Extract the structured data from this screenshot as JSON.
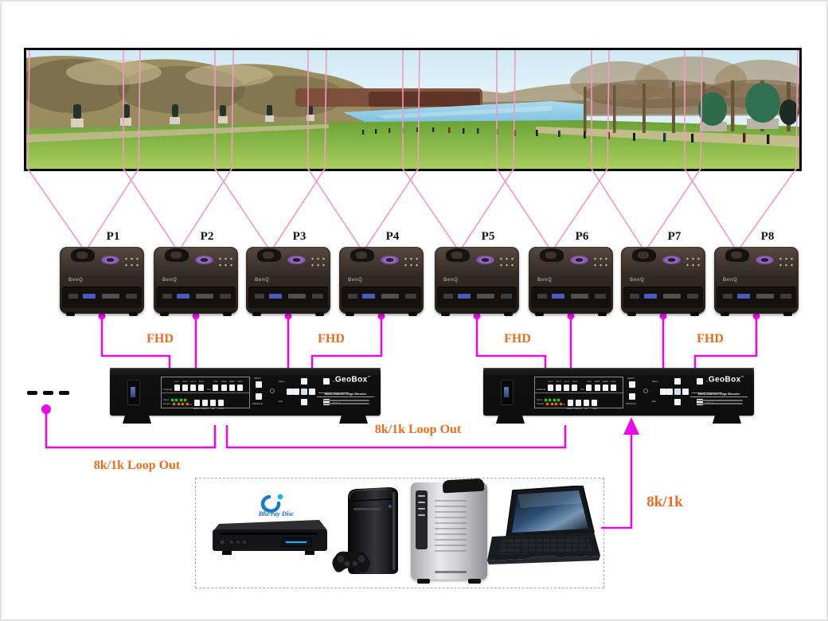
{
  "projectors": [
    {
      "label": "P1"
    },
    {
      "label": "P2"
    },
    {
      "label": "P3"
    },
    {
      "label": "P4"
    },
    {
      "label": "P5"
    },
    {
      "label": "P6"
    },
    {
      "label": "P7"
    },
    {
      "label": "P8"
    }
  ],
  "projector_brand": "BenQ",
  "connections": {
    "fhd_labels": [
      "FHD",
      "FHD",
      "FHD",
      "FHD"
    ],
    "loop_out_labels": [
      "8k/1k Loop Out",
      "8k/1k Loop Out"
    ],
    "source_label": "8k/1k"
  },
  "geobox": {
    "brand": "GeoBox",
    "subtitle": "Multi-channel Edge Blender",
    "panel": {
      "channel_label": "Channel",
      "out_label": "Out",
      "channel_buttons": [
        "CH-1",
        "CH-2",
        "CH-3",
        "CH-4"
      ],
      "out_buttons": [
        "VGA",
        "HDMI",
        "1080P",
        "Other"
      ],
      "input_label": "Input",
      "output_label": "Output",
      "in_label": "In",
      "input_select_buttons": [
        "HDMI-1",
        "HDMI-2",
        "DP",
        "VGA"
      ],
      "input_button": "INPUT",
      "profile_button": "PROFILE",
      "menu_label": "Menu",
      "exit_label": "Exit",
      "osd_in_label": "In",
      "osd_pattern_label": "OSD Pattern"
    }
  },
  "sources": {
    "bluray_logo_text": "Blu-ray Disc"
  },
  "colors": {
    "cable_magenta": "#e80ae8",
    "projection_pink": "#f29ac0",
    "label_orange": "#ed6d1f",
    "screen_border": "#0a0a0a"
  }
}
